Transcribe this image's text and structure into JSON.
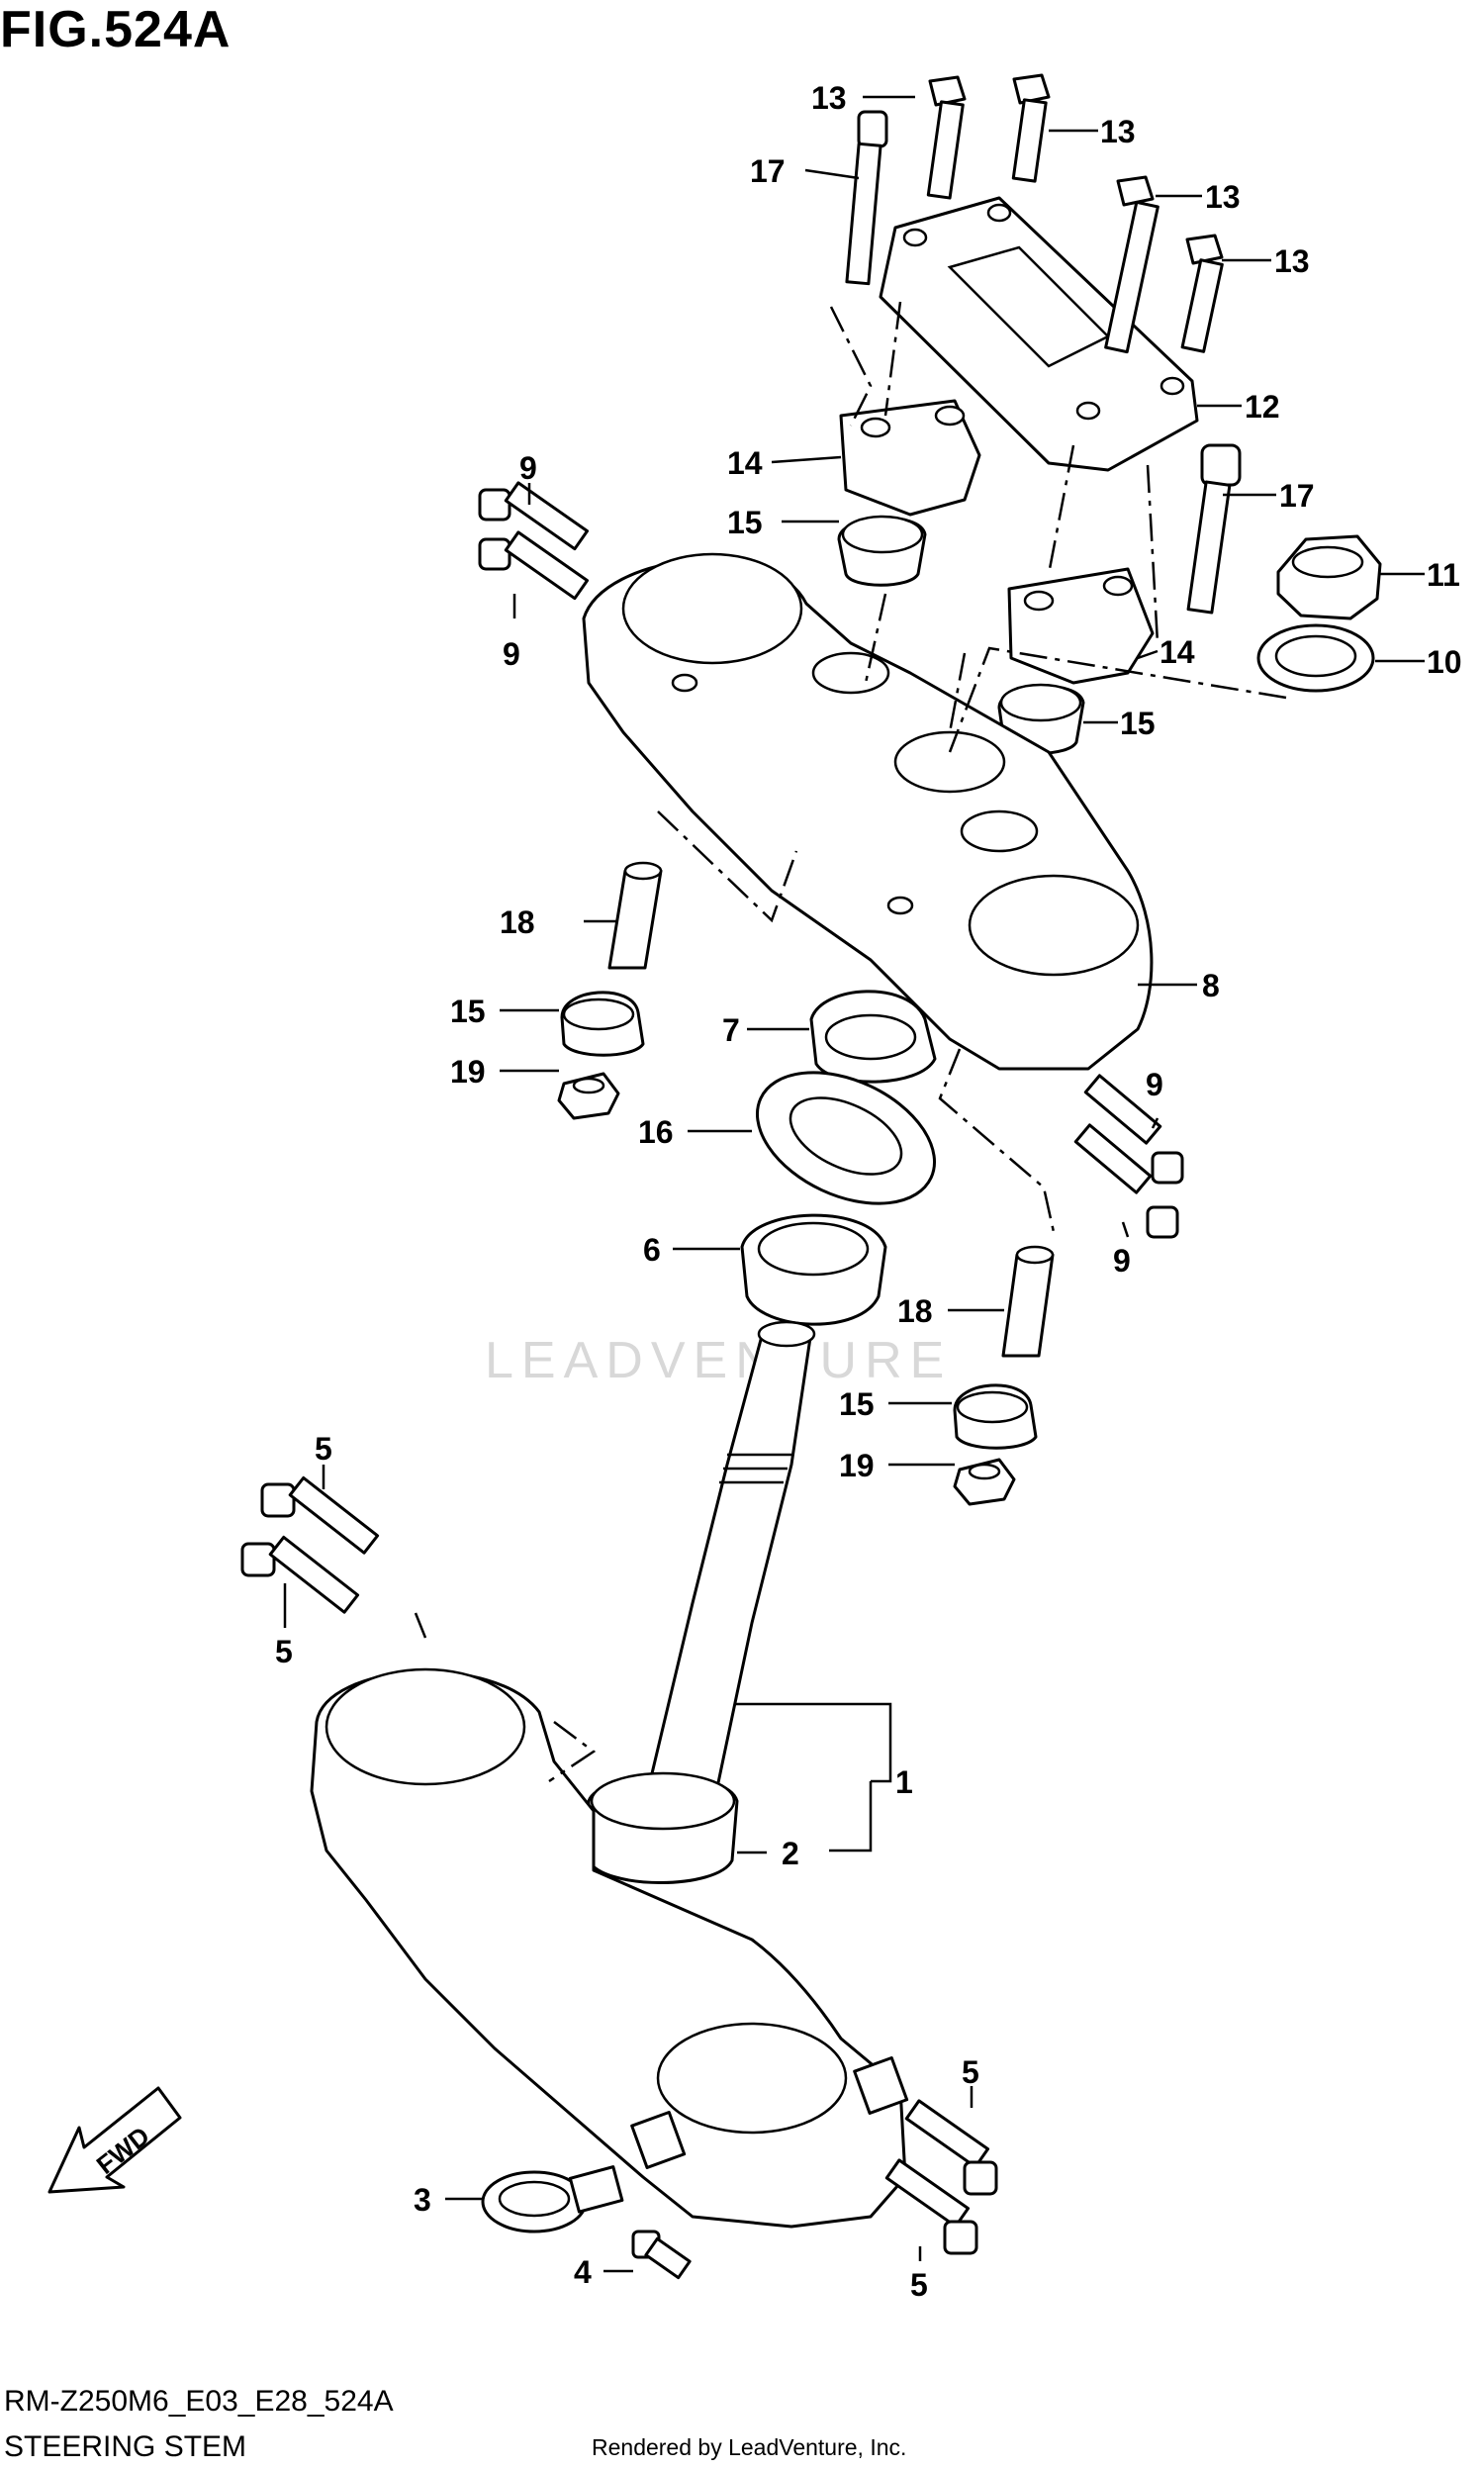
{
  "figure": {
    "title": "FIG.524A",
    "model_code": "RM-Z250M6_E03_E28_524A",
    "name": "STEERING STEM",
    "render_credit": "Rendered by LeadVenture, Inc.",
    "watermark": "LEADVENTURE"
  },
  "fwd_label": "FWD",
  "callouts": [
    {
      "id": "c13a",
      "text": "13"
    },
    {
      "id": "c13b",
      "text": "13"
    },
    {
      "id": "c13c",
      "text": "13"
    },
    {
      "id": "c13d",
      "text": "13"
    },
    {
      "id": "c17a",
      "text": "17"
    },
    {
      "id": "c12",
      "text": "12"
    },
    {
      "id": "c9a",
      "text": "9"
    },
    {
      "id": "c9b",
      "text": "9"
    },
    {
      "id": "c14a",
      "text": "14"
    },
    {
      "id": "c17b",
      "text": "17"
    },
    {
      "id": "c11",
      "text": "11"
    },
    {
      "id": "c15a",
      "text": "15"
    },
    {
      "id": "c10",
      "text": "10"
    },
    {
      "id": "c14b",
      "text": "14"
    },
    {
      "id": "c15b",
      "text": "15"
    },
    {
      "id": "c8",
      "text": "8"
    },
    {
      "id": "c18a",
      "text": "18"
    },
    {
      "id": "c15c",
      "text": "15"
    },
    {
      "id": "c7",
      "text": "7"
    },
    {
      "id": "c19a",
      "text": "19"
    },
    {
      "id": "c9c",
      "text": "9"
    },
    {
      "id": "c16",
      "text": "16"
    },
    {
      "id": "c9d",
      "text": "9"
    },
    {
      "id": "c6",
      "text": "6"
    },
    {
      "id": "c18b",
      "text": "18"
    },
    {
      "id": "c15d",
      "text": "15"
    },
    {
      "id": "c19b",
      "text": "19"
    },
    {
      "id": "c5a",
      "text": "5"
    },
    {
      "id": "c5b",
      "text": "5"
    },
    {
      "id": "c1",
      "text": "1"
    },
    {
      "id": "c2",
      "text": "2"
    },
    {
      "id": "c5c",
      "text": "5"
    },
    {
      "id": "c3",
      "text": "3"
    },
    {
      "id": "c5d",
      "text": "5"
    },
    {
      "id": "c4",
      "text": "4"
    }
  ]
}
